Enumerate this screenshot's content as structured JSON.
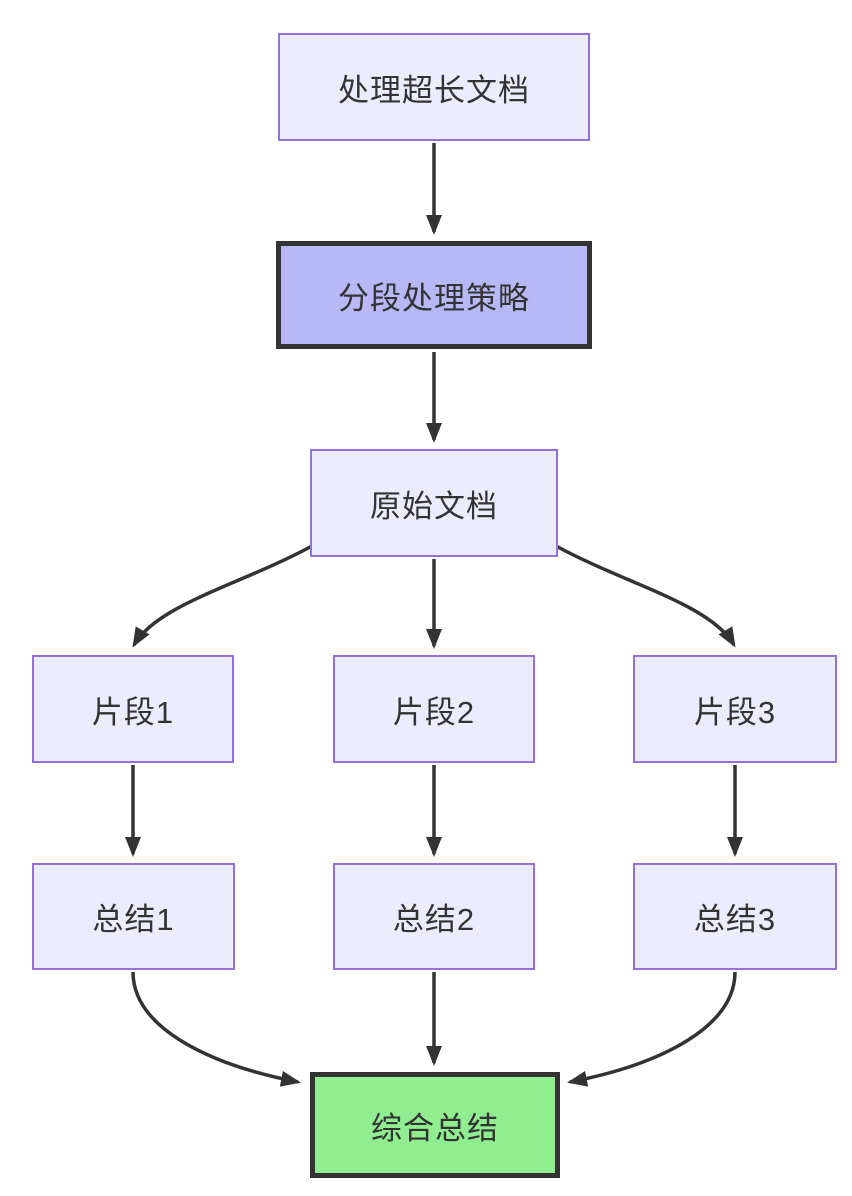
{
  "diagram": {
    "type": "flowchart",
    "direction": "top-down",
    "nodes": [
      {
        "id": "A",
        "label": "处理超长文档",
        "style": "default"
      },
      {
        "id": "B",
        "label": "分段处理策略",
        "style": "highlight"
      },
      {
        "id": "C",
        "label": "原始文档",
        "style": "default"
      },
      {
        "id": "D1",
        "label": "片段1",
        "style": "default"
      },
      {
        "id": "D2",
        "label": "片段2",
        "style": "default"
      },
      {
        "id": "D3",
        "label": "片段3",
        "style": "default"
      },
      {
        "id": "E1",
        "label": "总结1",
        "style": "default"
      },
      {
        "id": "E2",
        "label": "总结2",
        "style": "default"
      },
      {
        "id": "E3",
        "label": "总结3",
        "style": "default"
      },
      {
        "id": "F",
        "label": "综合总结",
        "style": "success"
      }
    ],
    "edges": [
      {
        "from": "A",
        "to": "B"
      },
      {
        "from": "B",
        "to": "C"
      },
      {
        "from": "C",
        "to": "D1"
      },
      {
        "from": "C",
        "to": "D2"
      },
      {
        "from": "C",
        "to": "D3"
      },
      {
        "from": "D1",
        "to": "E1"
      },
      {
        "from": "D2",
        "to": "E2"
      },
      {
        "from": "D3",
        "to": "E3"
      },
      {
        "from": "E1",
        "to": "F"
      },
      {
        "from": "E2",
        "to": "F"
      },
      {
        "from": "E3",
        "to": "F"
      }
    ],
    "colors": {
      "node_fill": "#ECECFF",
      "node_border": "#9370DB",
      "highlight_fill": "#b8b8f8",
      "highlight_border": "#333333",
      "success_fill": "#90EE90",
      "success_border": "#333333",
      "edge": "#333333",
      "text": "#333333",
      "background": "#ffffff"
    }
  }
}
